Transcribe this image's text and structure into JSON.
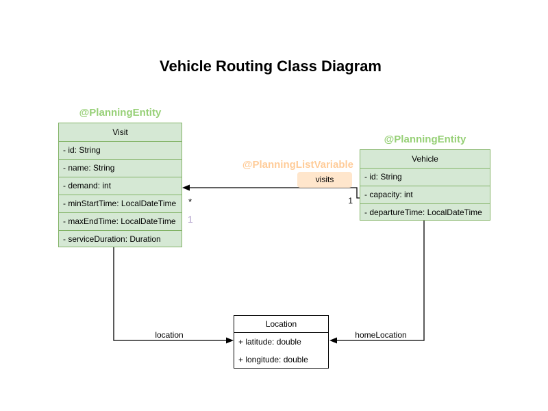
{
  "title": "Vehicle Routing Class Diagram",
  "colors": {
    "entity_fill": "#d5e8d4",
    "entity_stroke": "#82b366",
    "entity_annotation_text": "#97d077",
    "relation_annotation_text": "#ffcc99",
    "relation_badge_fill": "#ffe6cc",
    "plain_class_fill": "#ffffff",
    "plain_class_stroke": "#000000",
    "edge_stroke": "#000000",
    "extra_label_text": "#b3a2cc"
  },
  "classes": {
    "visit": {
      "annotation": "@PlanningEntity",
      "name": "Visit",
      "attributes": [
        "- id: String",
        "- name: String",
        "- demand: int",
        "- minStartTime: LocalDateTime",
        "- maxEndTime: LocalDateTime",
        "- serviceDuration: Duration"
      ]
    },
    "vehicle": {
      "annotation": "@PlanningEntity",
      "name": "Vehicle",
      "attributes": [
        "- id: String",
        "- capacity: int",
        "- departureTime: LocalDateTime"
      ]
    },
    "location": {
      "name": "Location",
      "attributes": [
        "+ latitude: double",
        "+ longitude: double"
      ]
    }
  },
  "relationships": {
    "visits": {
      "annotation": "@PlanningListVariable",
      "label": "visits",
      "from": "Vehicle",
      "to": "Visit",
      "source_multiplicity": "1",
      "target_multiplicity": "*",
      "extra_label": "1"
    },
    "location": {
      "label": "location",
      "from": "Visit",
      "to": "Location"
    },
    "homeLocation": {
      "label": "homeLocation",
      "from": "Vehicle",
      "to": "Location"
    }
  }
}
